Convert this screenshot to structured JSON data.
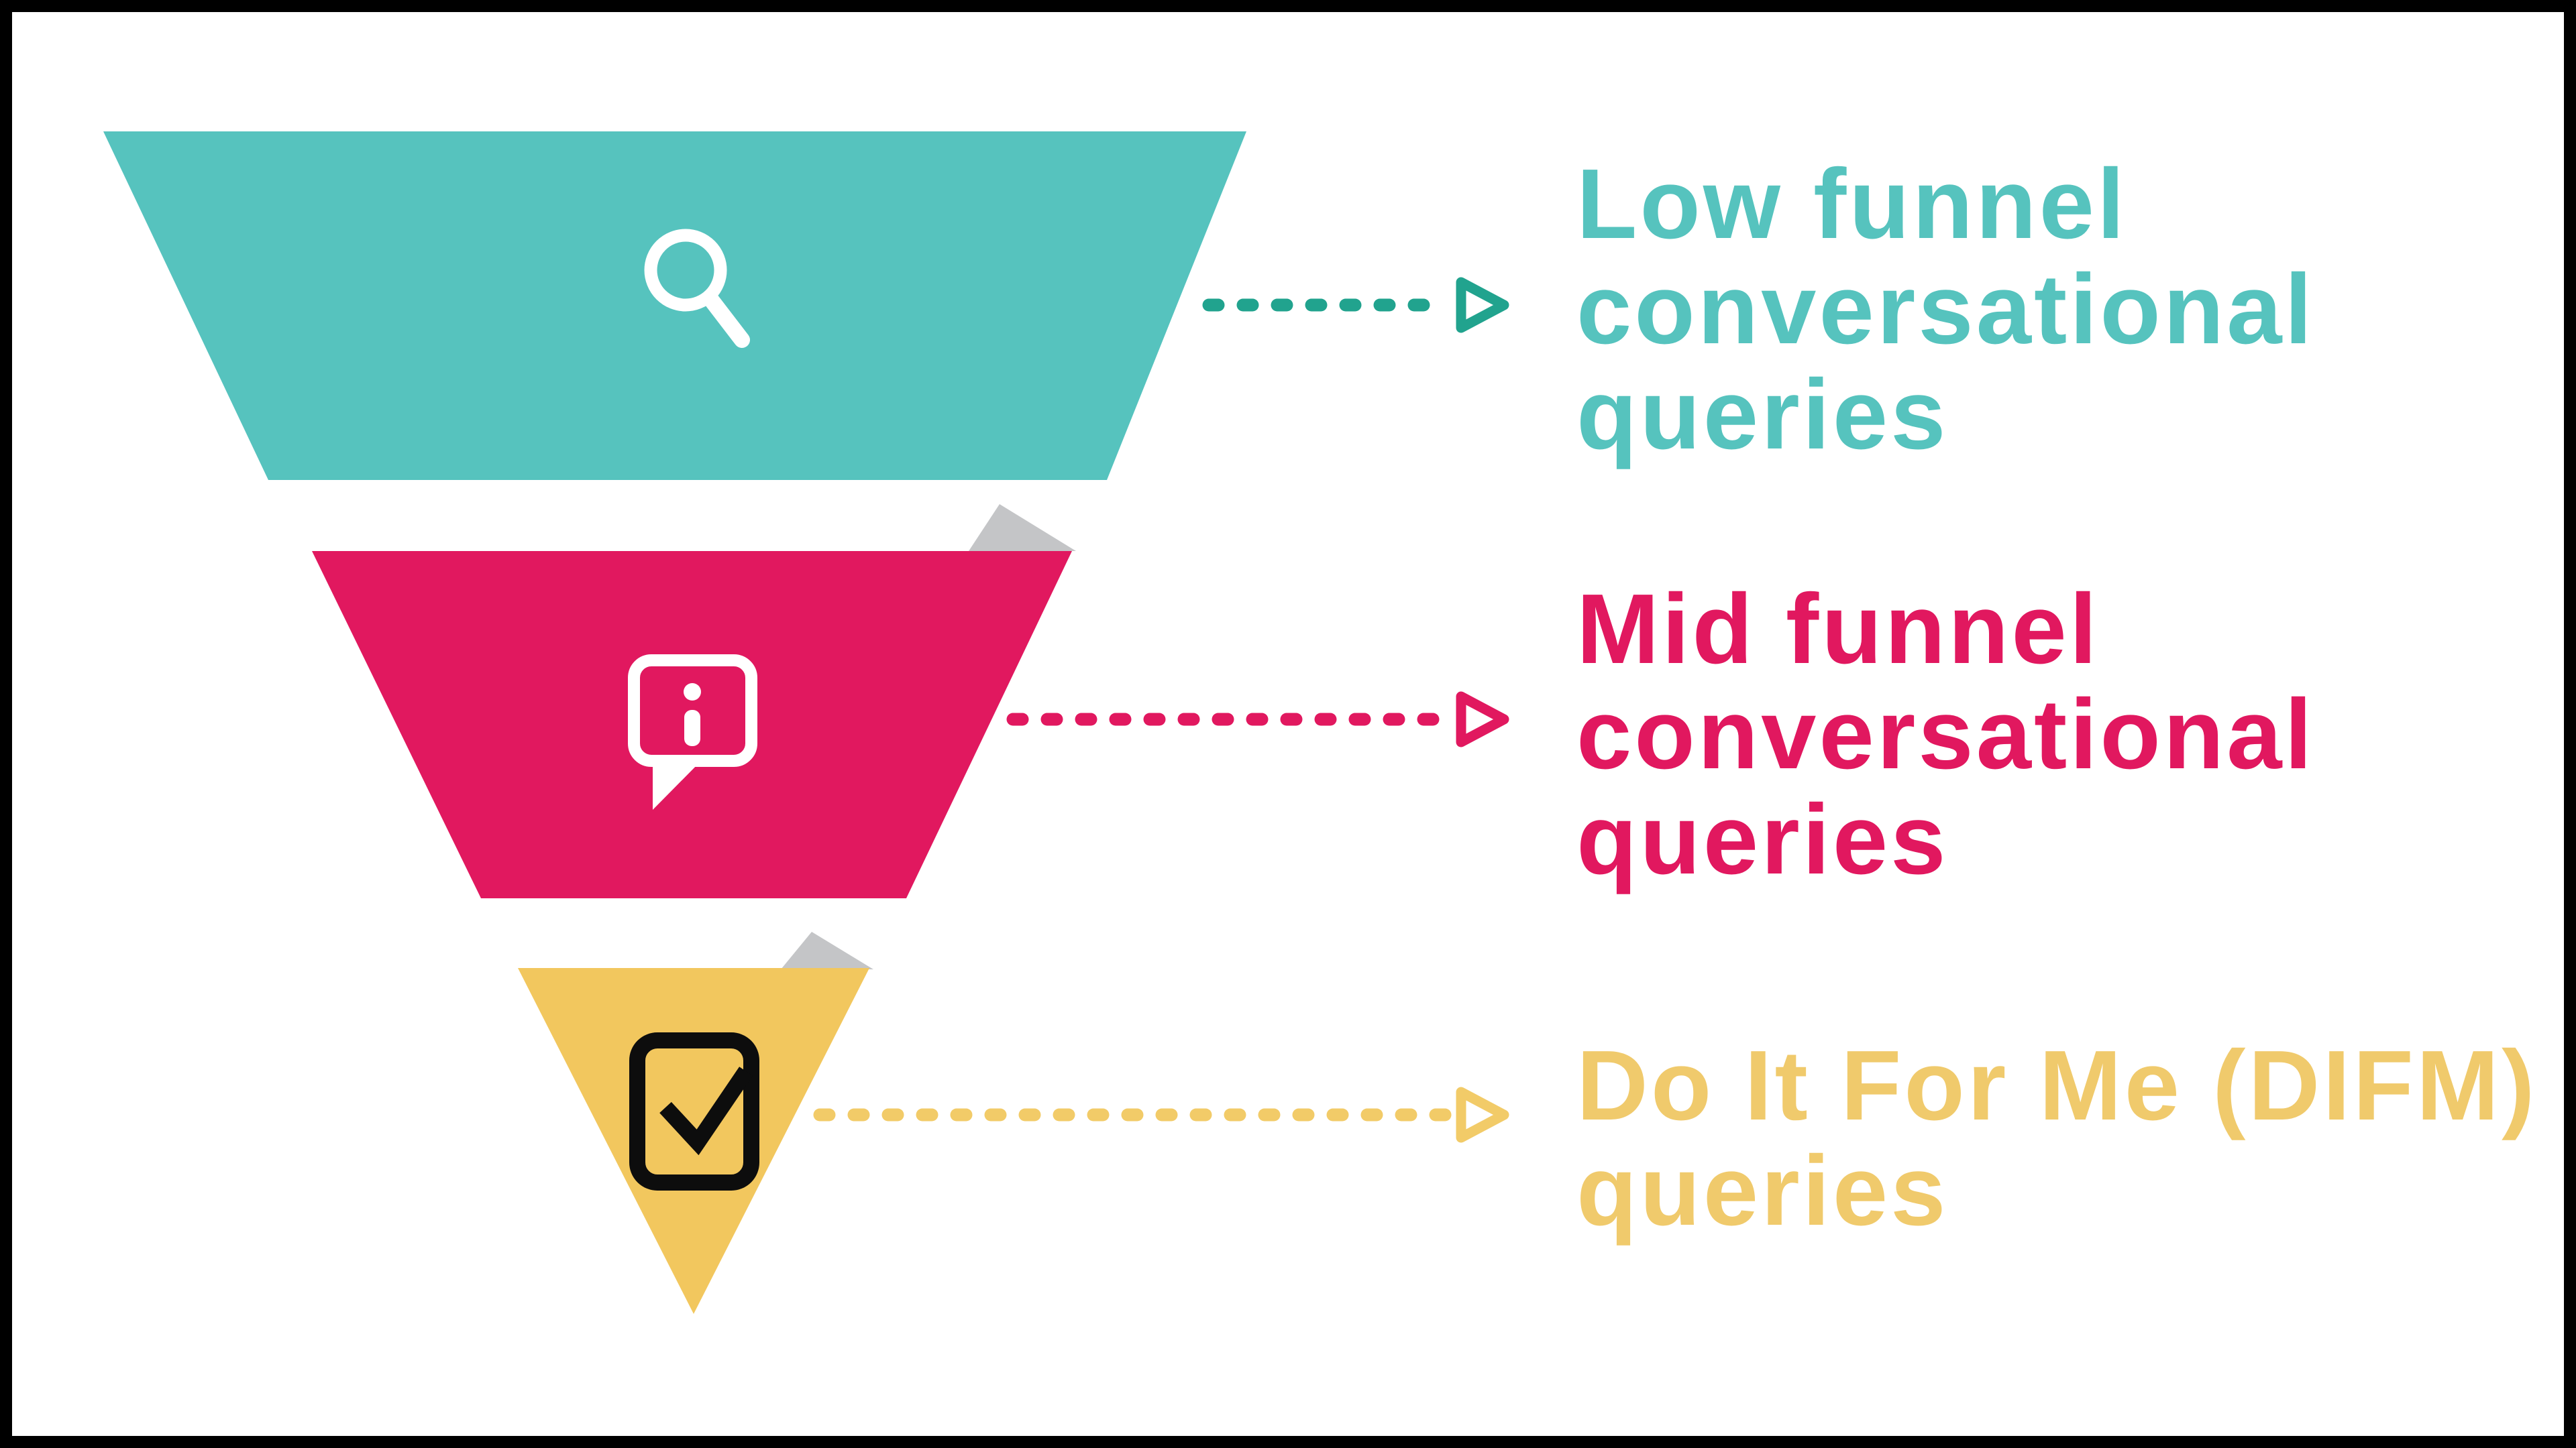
{
  "colors": {
    "white": "#ffffff",
    "frame": "#000000",
    "teal": "#56c3be",
    "tealArrow": "#21a38e",
    "pink": "#e1185f",
    "pinkArrow": "#e1185f",
    "yellow": "#f2c75e",
    "yellowText": "#f0ca6c",
    "yellowArrow": "#f2cb68",
    "foldGray": "#c4c5c7",
    "iconBlack": "#0d0d0d",
    "iconWhite": "#ffffff"
  },
  "stages": [
    {
      "name": "low-funnel",
      "icon": "search-icon",
      "lines": [
        "Low funnel",
        "conversational",
        "queries"
      ]
    },
    {
      "name": "mid-funnel",
      "icon": "info-speech-bubble-icon",
      "lines": [
        "Mid funnel",
        "conversational",
        "queries"
      ]
    },
    {
      "name": "difm",
      "icon": "checkbox-checked-icon",
      "lines": [
        "Do It For Me (DIFM)",
        "queries"
      ]
    }
  ]
}
